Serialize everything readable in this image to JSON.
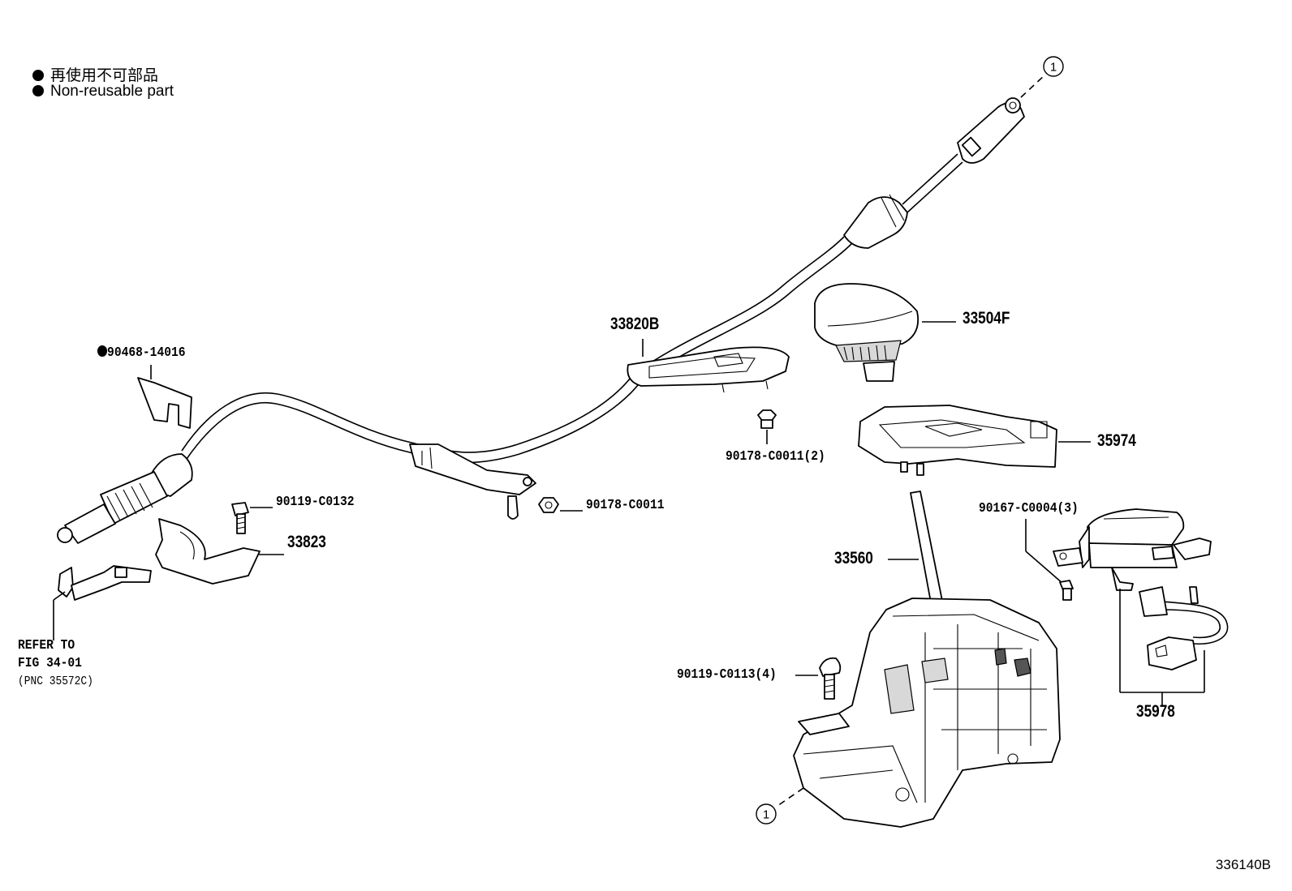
{
  "legend": {
    "line1": "再使用不可部品",
    "line2": "Non-reusable part"
  },
  "callouts": {
    "ref_circle_top": "1",
    "ref_circle_bottom": "1",
    "p90468": "90468-14016",
    "p33820b": "33820B",
    "p33504f": "33504F",
    "p35974": "35974",
    "p90178_2": "90178-C0011(2)",
    "p90178": "90178-C0011",
    "p90119_c0132": "90119-C0132",
    "p33823": "33823",
    "p90167": "90167-C0004(3)",
    "p33560": "33560",
    "p90119_c0113": "90119-C0113(4)",
    "p35978": "35978"
  },
  "reference": {
    "line1": "REFER TO",
    "line2": "FIG 34-01",
    "line3": "(PNC 35572C)"
  },
  "figure_code": "336140B"
}
